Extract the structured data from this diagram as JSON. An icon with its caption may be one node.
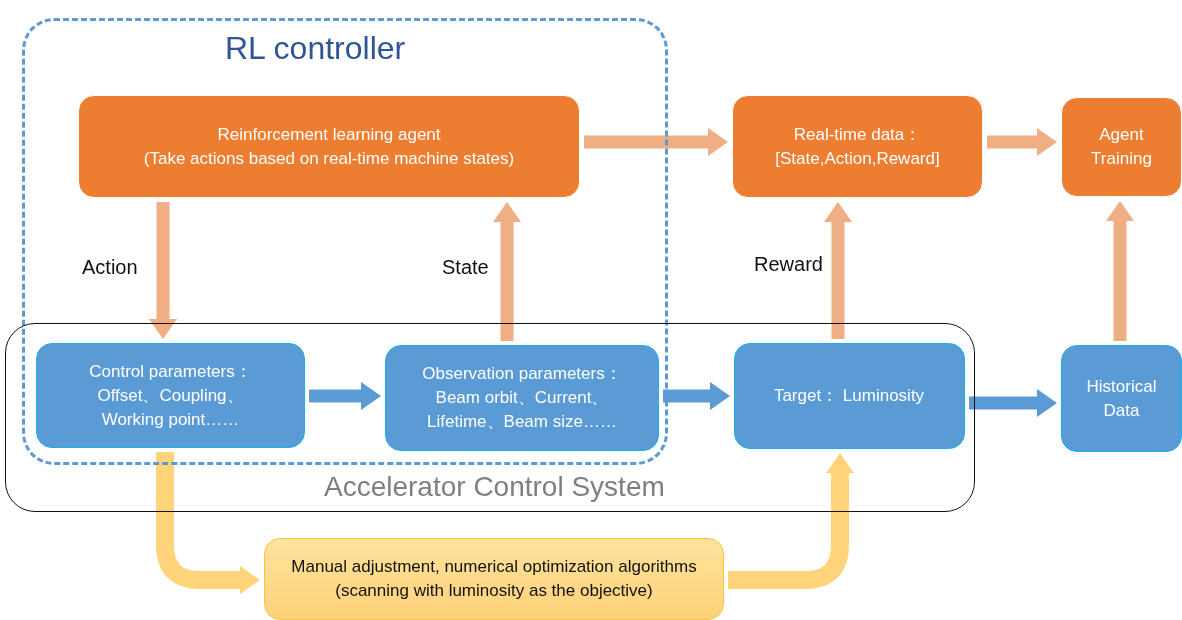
{
  "diagram": {
    "nodes": [
      {
        "text": [
          "RL controller"
        ]
      },
      {
        "text": [
          "Accelerator Control System"
        ]
      },
      {
        "text": [
          "Reinforcement learning agent",
          "(Take actions based on real-time machine states)"
        ],
        "in": 0
      },
      {
        "text": [
          "Real-time data： [State,Action,Reward]"
        ]
      },
      {
        "text": [
          "Agent Training"
        ]
      },
      {
        "text": [
          "Control parameters： Offset、Coupling、 Working point……"
        ]
      },
      {
        "text": [
          "Observation parameters： Beam orbit、Current、 Lifetime、Beam size……"
        ]
      },
      {
        "text": [
          "Target： Luminosity"
        ],
        "in": 1
      },
      {
        "text": [
          "Historical Data"
        ]
      },
      {
        "text": [
          "Manual adjustment, numerical optimization algorithms (scanning with luminosity as the objective)"
        ]
      }
    ],
    "edges": [
      {
        "from": 2,
        "to": 3,
        "arrow": "to"
      },
      {
        "from": 3,
        "to": 4,
        "arrow": "to"
      },
      {
        "from": 2,
        "to": 5,
        "arrow": "to",
        "label": "Action"
      },
      {
        "from": 6,
        "to": 2,
        "arrow": "to",
        "label": "State"
      },
      {
        "from": 5,
        "to": 6,
        "arrow": "to",
        "color": "#5b9bd5"
      },
      {
        "from": 6,
        "to": 7,
        "arrow": "to",
        "color": "#5b9bd5"
      },
      {
        "from": 7,
        "to": 3,
        "arrow": "to",
        "label": "Reward"
      },
      {
        "from": 7,
        "to": 8,
        "arrow": "to",
        "color": "#5b9bd5"
      },
      {
        "from": 8,
        "to": 4,
        "arrow": "to"
      },
      {
        "from": 5,
        "to": 9,
        "arrow": "to",
        "color": "#ffd47a"
      },
      {
        "from": 9,
        "to": 7,
        "arrow": "to",
        "color": "#ffd47a"
      }
    ]
  }
}
